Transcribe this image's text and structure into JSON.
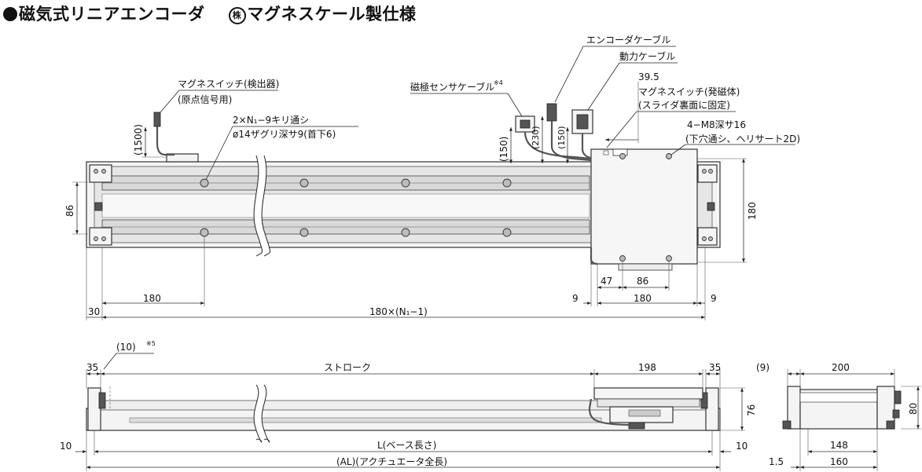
{
  "title": {
    "main": "磁気式リニアエンコーダ",
    "company": "株",
    "maker": "マグネスケール製仕様"
  },
  "labels": {
    "magnet_switch_detector": "マグネスイッチ(検出器)",
    "origin_signal": "(原点信号用)",
    "thru_hole": "2×N₁−9キリ通シ",
    "counterbore": "ø14ザグリ深サ9(首下6)",
    "pole_sensor_cable": "磁極センサケーブル",
    "pole_sensor_note": "※4",
    "encoder_cable": "エンコーダケーブル",
    "power_cable": "動力ケーブル",
    "magnet_switch_emitter": "マグネスイッチ(発磁体)",
    "slider_back_fixed": "(スライダ裏面に固定)",
    "tap": "4−M8深サ16",
    "tap_note": "(下穴通シ、ヘリサート2D)",
    "stroke": "ストローク",
    "base_length": "L(ベース長さ)",
    "actuator_length": "(AL)(アクチュエータ全長)",
    "dim_10_note": "(10)",
    "note5": "※5"
  },
  "dims": {
    "d1500": "(1500)",
    "d150a": "(150)",
    "d230": "(230)",
    "d150b": "(150)",
    "d39_5": "39.5",
    "d86_left": "86",
    "d180_right": "180",
    "d47": "47",
    "d86_bottom": "86",
    "d9_left": "9",
    "d180_slider": "180",
    "d9_right": "9",
    "d30": "30",
    "d180_pitch": "180",
    "d180_n1": "180×(N₁−1)",
    "d35_left": "35",
    "d198": "198",
    "d35_right": "35",
    "d76": "76",
    "d10_left": "10",
    "d10_right": "10",
    "d9_end": "(9)",
    "d200": "200",
    "d80": "80",
    "d148": "148",
    "d1_5": "1.5",
    "d160": "160"
  }
}
